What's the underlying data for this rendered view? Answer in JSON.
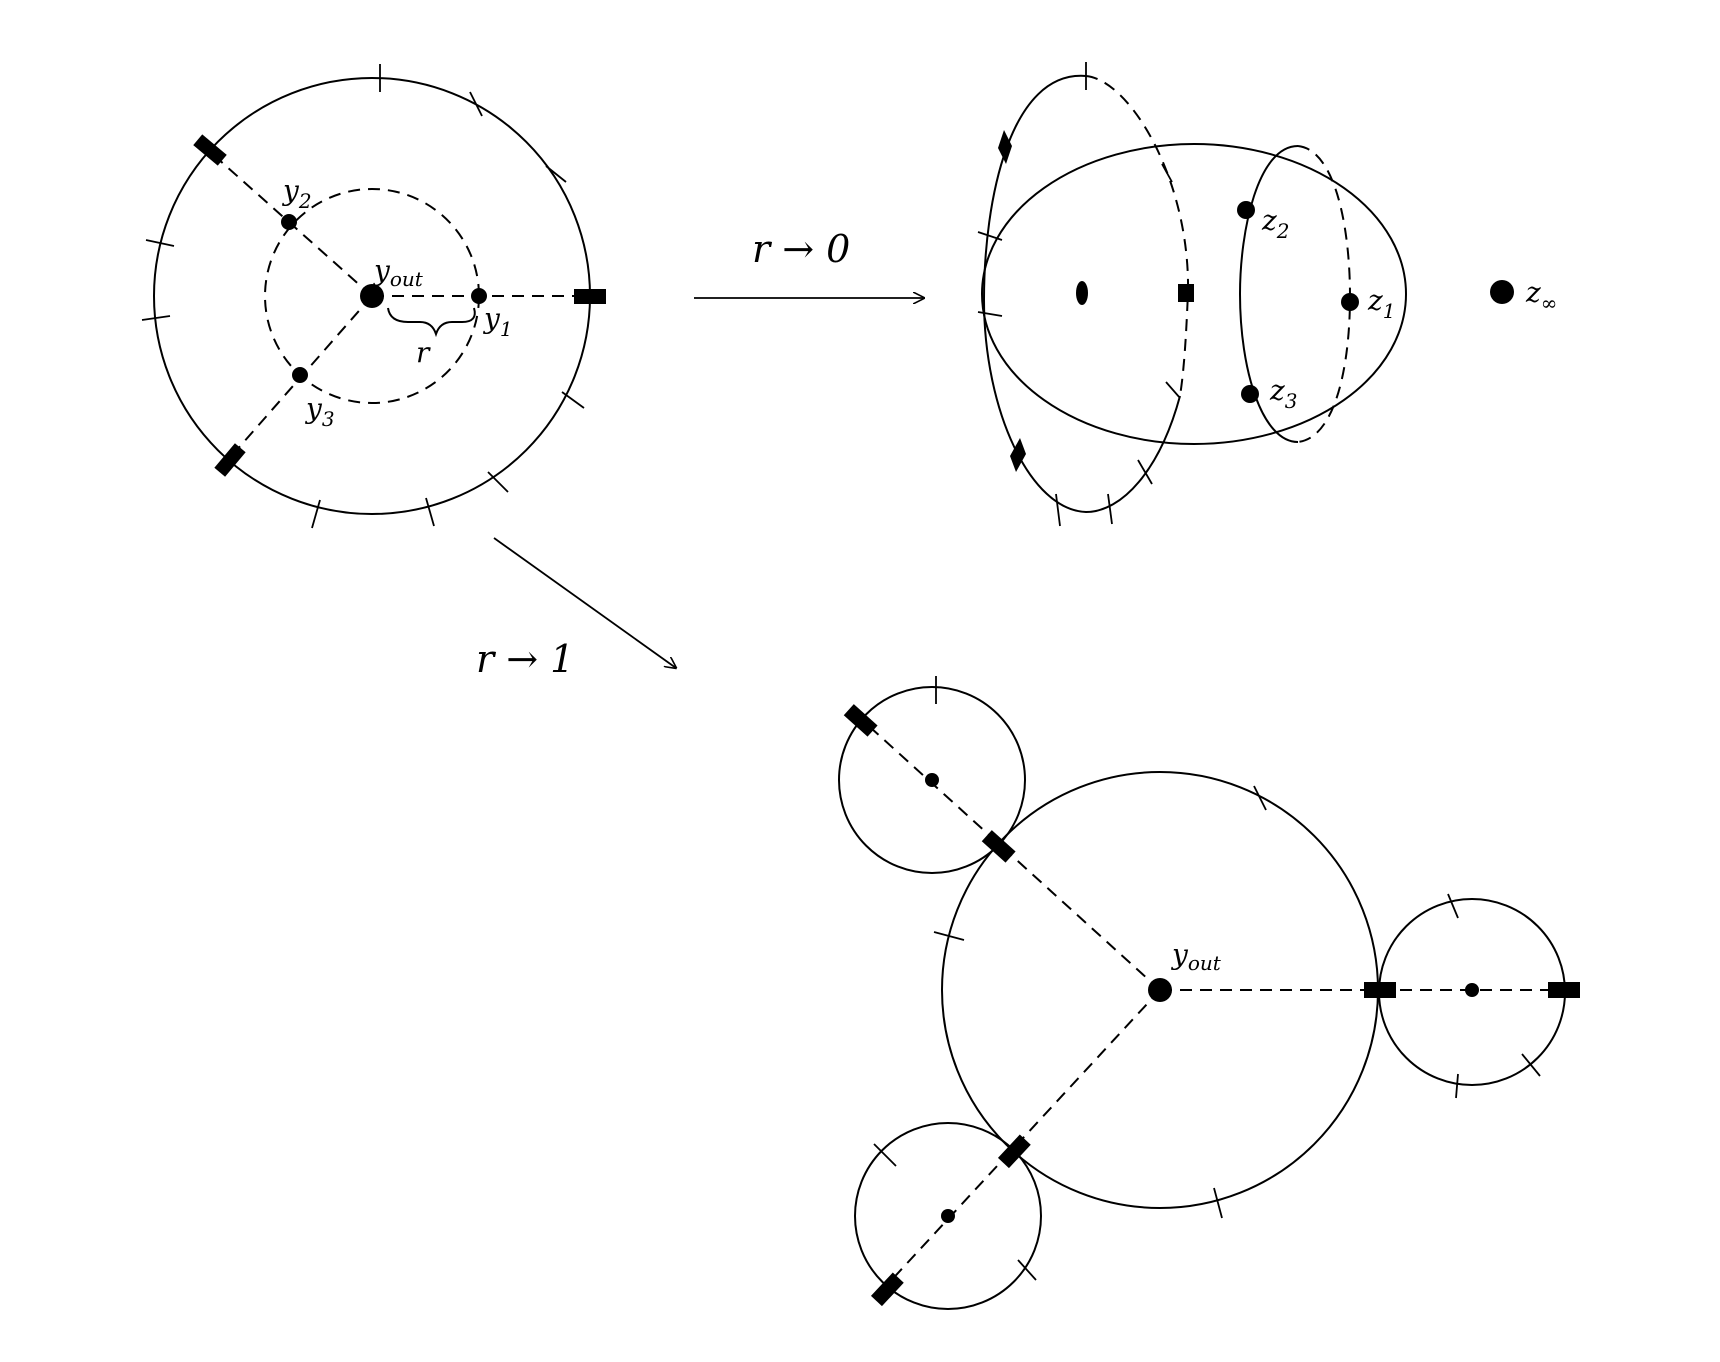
{
  "panels": {
    "disk": {
      "center_label": "y",
      "center_label_sub": "out",
      "punctures": [
        {
          "name": "y",
          "sub": "2"
        },
        {
          "name": "y",
          "sub": "1"
        },
        {
          "name": "y",
          "sub": "3"
        }
      ],
      "radius_label": "r"
    },
    "limit_zero": {
      "arrow_label": "r → 0",
      "points": [
        {
          "name": "z",
          "sub": "2"
        },
        {
          "name": "z",
          "sub": "1"
        },
        {
          "name": "z",
          "sub": "3"
        },
        {
          "name": "z",
          "sub": "∞"
        }
      ]
    },
    "limit_one": {
      "arrow_label": "r → 1",
      "center_label": "y",
      "center_label_sub": "out"
    }
  }
}
